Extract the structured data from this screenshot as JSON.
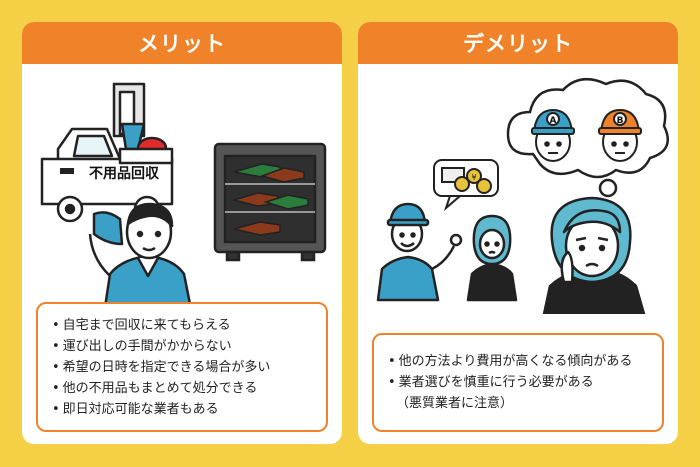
{
  "merit": {
    "title": "メリット",
    "truck_sign": "不用品回収",
    "items": [
      "自宅まで回収に来てもらえる",
      "運び出しの手間がかからない",
      "希望の日時を指定できる場合が多い",
      "他の不用品もまとめて処分できる",
      "即日対応可能な業者もある"
    ]
  },
  "demerit": {
    "title": "デメリット",
    "cap_a": "A",
    "cap_b": "B",
    "money_symbol": "¥",
    "items": [
      "他の方法より費用が高くなる傾向がある",
      "業者選びを慎重に行う必要がある"
    ],
    "note": "（悪質業者に注意）"
  }
}
